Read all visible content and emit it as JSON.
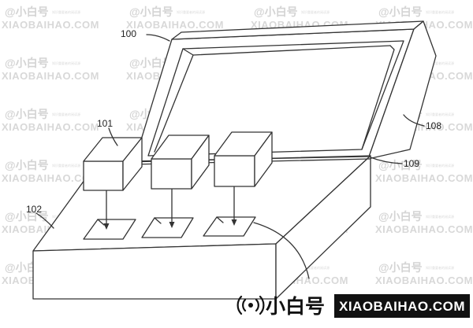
{
  "labels": {
    "device": "100",
    "chip": "101",
    "base": "102",
    "lid": "108",
    "hinge": "109"
  },
  "watermark": {
    "text_cn": "@小白号",
    "text_en": "XIAOBAIHAO.COM",
    "tagline": "知识重要者的阅读源"
  },
  "brand": {
    "name_cn": "小白号",
    "domain": "XIAOBAIHAO.COM",
    "colors": {
      "badge_bg": "#111111",
      "badge_text": "#ffffff",
      "icon": "#111111"
    }
  }
}
